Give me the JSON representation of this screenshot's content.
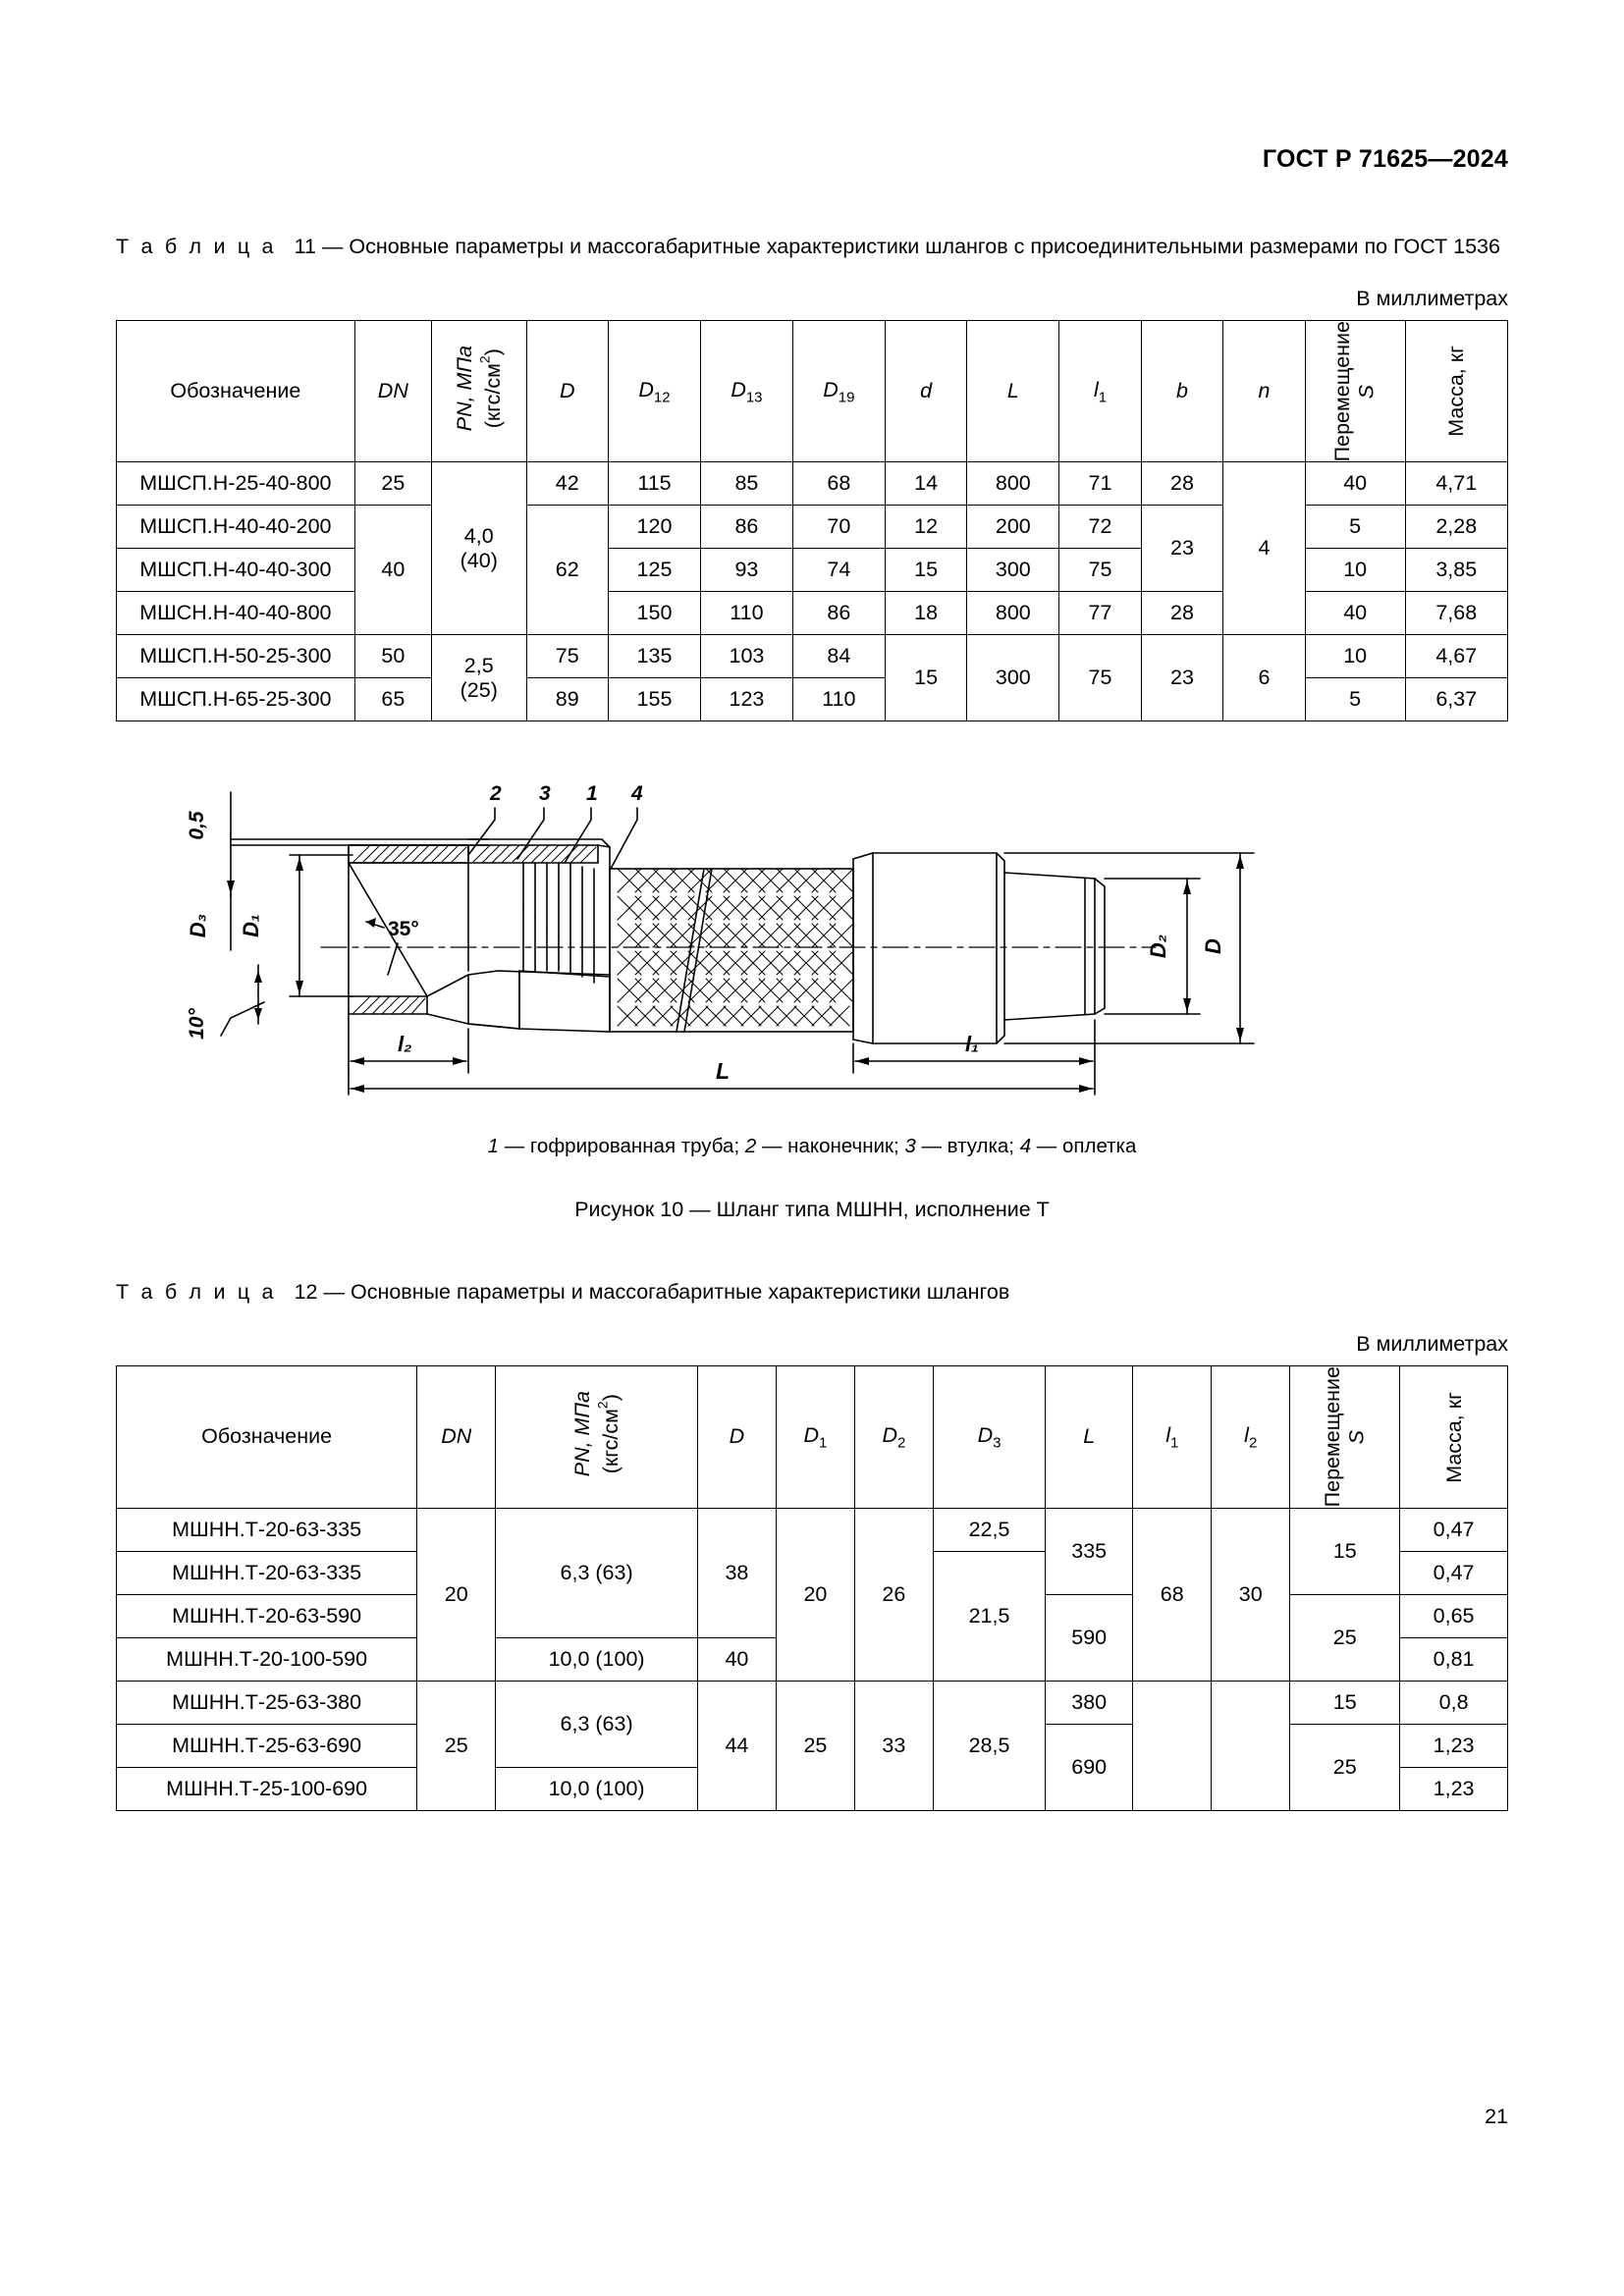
{
  "header": {
    "standard": "ГОСТ Р 71625—2024"
  },
  "table11": {
    "caption_label": "Т а б л и ц а",
    "caption_number": "11",
    "caption_text": "— Основные параметры и массогабаритные характеристики шлангов с присоединительными размерами по ГОСТ 1536",
    "units_note": "В миллиметрах",
    "columns": [
      {
        "key": "name",
        "label": "Обозначение",
        "style": "plain"
      },
      {
        "key": "dn",
        "label": "DN",
        "style": "italic"
      },
      {
        "key": "pn",
        "label_line1": "PN, МПа",
        "label_line2": "(кгс/см2)",
        "style": "rotated-pn"
      },
      {
        "key": "d",
        "label": "D",
        "style": "italic"
      },
      {
        "key": "d12",
        "label": "D",
        "sub": "12",
        "style": "italic-sub"
      },
      {
        "key": "d13",
        "label": "D",
        "sub": "13",
        "style": "italic-sub"
      },
      {
        "key": "d19",
        "label": "D",
        "sub": "19",
        "style": "italic-sub"
      },
      {
        "key": "dsmall",
        "label": "d",
        "style": "italic"
      },
      {
        "key": "L",
        "label": "L",
        "style": "italic"
      },
      {
        "key": "l1",
        "label": "l",
        "sub": "1",
        "style": "italic-sub"
      },
      {
        "key": "b",
        "label": "b",
        "style": "italic"
      },
      {
        "key": "n",
        "label": "n",
        "style": "italic"
      },
      {
        "key": "s",
        "label_line1": "Перемещение",
        "label_line2": "S",
        "style": "rotated-two"
      },
      {
        "key": "mass",
        "label": "Масса, кг",
        "style": "rotated"
      }
    ],
    "rows": [
      {
        "name": "МШСП.Н-25-40-800",
        "dn": "25",
        "pn": "4,0\n(40)",
        "d": "42",
        "d12": "115",
        "d13": "85",
        "d19": "68",
        "dsmall": "14",
        "L": "800",
        "l1": "71",
        "b": "28",
        "n": "4",
        "s": "40",
        "mass": "4,71"
      },
      {
        "name": "МШСП.Н-40-40-200",
        "dn": "40",
        "pn": "",
        "d": "62",
        "d12": "120",
        "d13": "86",
        "d19": "70",
        "dsmall": "12",
        "L": "200",
        "l1": "72",
        "b": "23",
        "n": "",
        "s": "5",
        "mass": "2,28"
      },
      {
        "name": "МШСП.Н-40-40-300",
        "dn": "",
        "pn": "",
        "d": "",
        "d12": "125",
        "d13": "93",
        "d19": "74",
        "dsmall": "15",
        "L": "300",
        "l1": "75",
        "b": "",
        "n": "",
        "s": "10",
        "mass": "3,85"
      },
      {
        "name": "МШСН.Н-40-40-800",
        "dn": "",
        "pn": "",
        "d": "",
        "d12": "150",
        "d13": "110",
        "d19": "86",
        "dsmall": "18",
        "L": "800",
        "l1": "77",
        "b": "28",
        "n": "",
        "s": "40",
        "mass": "7,68"
      },
      {
        "name": "МШСП.Н-50-25-300",
        "dn": "50",
        "pn": "2,5\n(25)",
        "d": "75",
        "d12": "135",
        "d13": "103",
        "d19": "84",
        "dsmall": "15",
        "L": "300",
        "l1": "75",
        "b": "23",
        "n": "6",
        "s": "10",
        "mass": "4,67"
      },
      {
        "name": "МШСП.Н-65-25-300",
        "dn": "65",
        "pn": "",
        "d": "89",
        "d12": "155",
        "d13": "123",
        "d19": "110",
        "dsmall": "",
        "L": "",
        "l1": "",
        "b": "",
        "n": "",
        "s": "5",
        "mass": "6,37"
      }
    ],
    "pn_group1_line1": "4,0",
    "pn_group1_line2": "(40)",
    "pn_group2_line1": "2,5",
    "pn_group2_line2": "(25)"
  },
  "figure": {
    "callouts": [
      "2",
      "3",
      "1",
      "4"
    ],
    "dimensions": {
      "gap": "0,5",
      "d3": "D3",
      "d1": "D1",
      "d2": "D2",
      "d": "D",
      "angle_cone": "35°",
      "angle_flare": "10°",
      "l2": "l2",
      "l1": "l1",
      "L": "L"
    },
    "legend": "1 — гофрированная труба; 2 — наконечник; 3 — втулка; 4 — оплетка",
    "legend_parts": [
      {
        "num": "1",
        "text": " — гофрированная труба; "
      },
      {
        "num": "2",
        "text": " — наконечник; "
      },
      {
        "num": "3",
        "text": " — втулка; "
      },
      {
        "num": "4",
        "text": " — оплетка"
      }
    ],
    "caption": "Рисунок 10 — Шланг типа МШНН, исполнение Т"
  },
  "table12": {
    "caption_label": "Т а б л и ц а",
    "caption_number": "12",
    "caption_text": "— Основные параметры и массогабаритные характеристики шлангов",
    "units_note": "В миллиметрах",
    "columns": [
      {
        "key": "name",
        "label": "Обозначение",
        "style": "plain"
      },
      {
        "key": "dn",
        "label": "DN",
        "style": "italic"
      },
      {
        "key": "pn",
        "label_line1": "PN, МПа",
        "label_line2": "(кгс/см2)",
        "style": "rotated-pn"
      },
      {
        "key": "d",
        "label": "D",
        "style": "italic"
      },
      {
        "key": "d1",
        "label": "D",
        "sub": "1",
        "style": "italic-sub"
      },
      {
        "key": "d2",
        "label": "D",
        "sub": "2",
        "style": "italic-sub"
      },
      {
        "key": "d3",
        "label": "D",
        "sub": "3",
        "style": "italic-sub"
      },
      {
        "key": "L",
        "label": "L",
        "style": "italic"
      },
      {
        "key": "l1",
        "label": "l",
        "sub": "1",
        "style": "italic-sub"
      },
      {
        "key": "l2",
        "label": "l",
        "sub": "2",
        "style": "italic-sub"
      },
      {
        "key": "s",
        "label_line1": "Перемещение",
        "label_line2": "S",
        "style": "rotated-two"
      },
      {
        "key": "mass",
        "label": "Масса, кг",
        "style": "rotated"
      }
    ],
    "rows": [
      {
        "name": "МШНН.Т-20-63-335",
        "dn": "20",
        "pn": "6,3 (63)",
        "d": "38",
        "d1": "20",
        "d2": "26",
        "d3": "22,5",
        "L": "335",
        "l1": "68",
        "l2": "30",
        "s": "15",
        "mass": "0,47"
      },
      {
        "name": "МШНН.Т-20-63-335",
        "dn": "",
        "pn": "",
        "d": "",
        "d1": "",
        "d2": "",
        "d3": "21,5",
        "L": "",
        "l1": "",
        "l2": "",
        "s": "",
        "mass": "0,47"
      },
      {
        "name": "МШНН.Т-20-63-590",
        "dn": "",
        "pn": "",
        "d": "",
        "d1": "",
        "d2": "",
        "d3": "",
        "L": "590",
        "l1": "",
        "l2": "",
        "s": "25",
        "mass": "0,65"
      },
      {
        "name": "МШНН.Т-20-100-590",
        "dn": "",
        "pn": "10,0 (100)",
        "d": "40",
        "d1": "",
        "d2": "",
        "d3": "",
        "L": "",
        "l1": "",
        "l2": "",
        "s": "",
        "mass": "0,81"
      },
      {
        "name": "МШНН.Т-25-63-380",
        "dn": "25",
        "pn": "6,3 (63)",
        "d": "44",
        "d1": "25",
        "d2": "33",
        "d3": "28,5",
        "L": "380",
        "l1": "",
        "l2": "",
        "s": "15",
        "mass": "0,8"
      },
      {
        "name": "МШНН.Т-25-63-690",
        "dn": "",
        "pn": "",
        "d": "",
        "d1": "",
        "d2": "",
        "d3": "",
        "L": "690",
        "l1": "",
        "l2": "",
        "s": "25",
        "mass": "1,23"
      },
      {
        "name": "МШНН.Т-25-100-690",
        "dn": "",
        "pn": "10,0 (100)",
        "d": "",
        "d1": "",
        "d2": "",
        "d3": "",
        "L": "",
        "l1": "",
        "l2": "",
        "s": "",
        "mass": "1,23"
      }
    ]
  },
  "footer": {
    "page_number": "21"
  }
}
